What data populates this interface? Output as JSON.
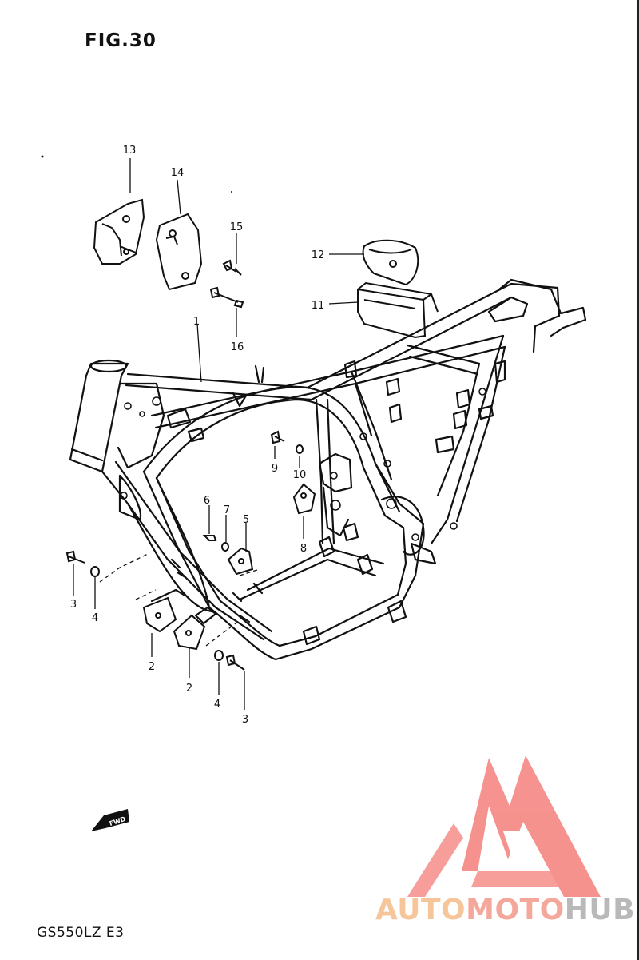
{
  "figure_title": "FIG.30",
  "model_code": "GS550LZ E3",
  "fwd_label": "FWD",
  "watermark": {
    "part1": "AUTO",
    "part2": "MOTO",
    "part3": "HUB"
  },
  "colors": {
    "line": "#111111",
    "watermark_triangle": "#f47f7b",
    "watermark_orange": "#f6c69a",
    "watermark_red": "#f4a79b",
    "watermark_grey": "#b9b9b9"
  },
  "callouts": [
    {
      "id": "c13",
      "label": "13"
    },
    {
      "id": "c14",
      "label": "14"
    },
    {
      "id": "c15",
      "label": "15"
    },
    {
      "id": "c12",
      "label": "12"
    },
    {
      "id": "c11",
      "label": "11"
    },
    {
      "id": "c16",
      "label": "16"
    },
    {
      "id": "c1",
      "label": "1"
    },
    {
      "id": "c9",
      "label": "9"
    },
    {
      "id": "c10",
      "label": "10"
    },
    {
      "id": "c6",
      "label": "6"
    },
    {
      "id": "c7",
      "label": "7"
    },
    {
      "id": "c5",
      "label": "5"
    },
    {
      "id": "c8",
      "label": "8"
    },
    {
      "id": "c3a",
      "label": "3"
    },
    {
      "id": "c4a",
      "label": "4"
    },
    {
      "id": "c2a",
      "label": "2"
    },
    {
      "id": "c2b",
      "label": "2"
    },
    {
      "id": "c4b",
      "label": "4"
    },
    {
      "id": "c3b",
      "label": "3"
    }
  ]
}
